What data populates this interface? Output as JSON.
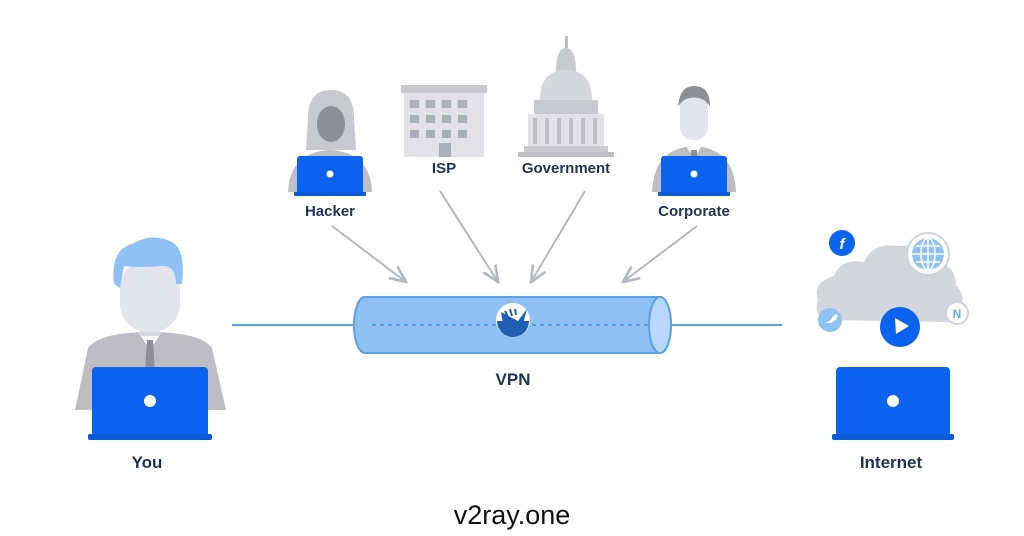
{
  "labels": {
    "hacker": "Hacker",
    "isp": "ISP",
    "government": "Government",
    "corporate": "Corporate",
    "vpn": "VPN",
    "you": "You",
    "internet": "Internet"
  },
  "footer": {
    "brand": "v2ray.one"
  },
  "icons": {
    "you": "person-laptop-icon",
    "hacker": "hooded-hacker-icon",
    "isp": "office-building-icon",
    "government": "capitol-building-icon",
    "corporate": "businessman-icon",
    "vpn": "vpn-tunnel-icon",
    "internet": "cloud-laptop-icon",
    "social": [
      "facebook-icon",
      "globe-icon",
      "twitter-icon",
      "play-icon",
      "netflix-icon"
    ]
  },
  "colors": {
    "laptop": "#0b63f0",
    "tunnel": "#8fc1f5",
    "line": "#5aa2e6",
    "skin": "#e4e4ec",
    "shirt": "#bdbdc3",
    "text": "#1f3553"
  }
}
